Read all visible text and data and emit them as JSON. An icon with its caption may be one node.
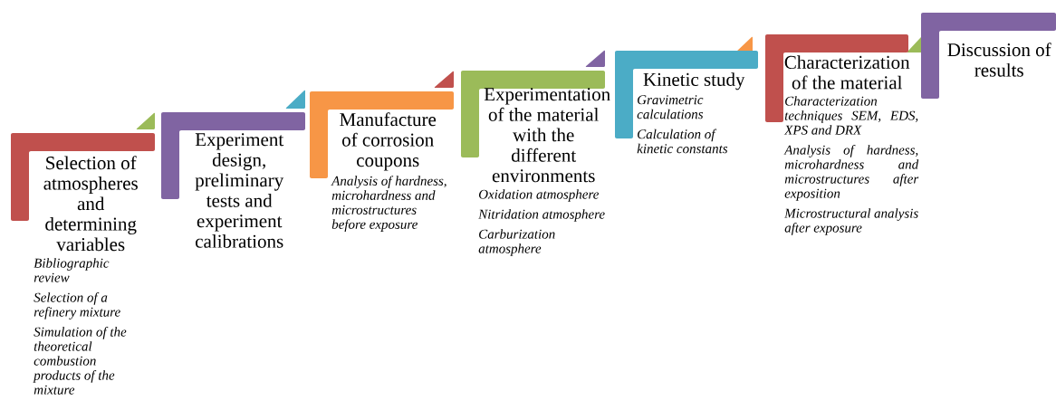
{
  "diagram": {
    "nodes": [
      {
        "text": [
          "Selection of atmospheres and determining variables",
          "Bibliographic review",
          "Selection of a refinery mixture",
          "Simulation of the theoretical combustion products of the mixture"
        ]
      },
      {
        "text": [
          "Experiment design, preliminary tests and experiment calibrations"
        ]
      },
      {
        "text": [
          "Manufacture of corrosion coupons",
          "Analysis of hardness, microhardness and microstructures before exposure"
        ]
      },
      {
        "text": [
          "Experimentation of the material with the different environments",
          "Oxidation atmosphere",
          "Nitridation atmosphere",
          "Carburization atmosphere"
        ]
      },
      {
        "text": [
          "Kinetic study",
          "Gravimetric calculations",
          "Calculation of kinetic constants"
        ]
      },
      {
        "text": [
          "Characterization of the material",
          "Characterization techniques SEM, EDS, XPS and DRX",
          "Analysis of hardness, microhardness and microstructures after exposition",
          "Microstructural analysis after exposure"
        ]
      },
      {
        "text": [
          "Discussion of results"
        ]
      }
    ]
  }
}
